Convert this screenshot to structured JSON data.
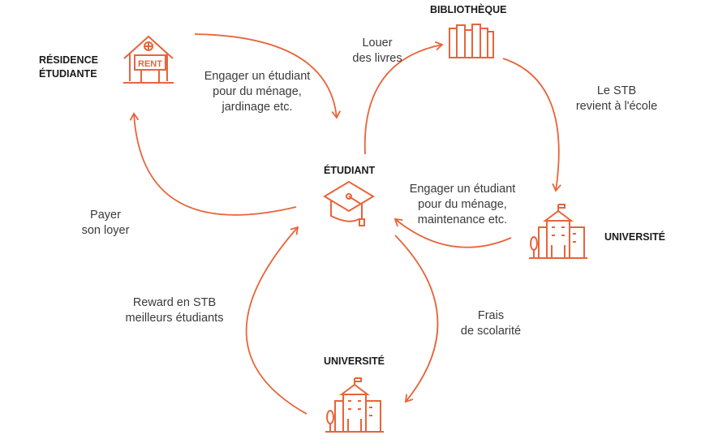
{
  "colors": {
    "accent": "#e8643a",
    "text": "#3a3a3a"
  },
  "nodes": {
    "residence": "RÉSIDENCE ÉTUDIANTE",
    "residence_line1": "RÉSIDENCE",
    "residence_line2": "ÉTUDIANTE",
    "rent_sign": "RENT",
    "bibliotheque": "BIBLIOTHÈQUE",
    "etudiant": "ÉTUDIANT",
    "universite_right": "UNIVERSITÉ",
    "universite_bottom": "UNIVERSITÉ"
  },
  "edges": {
    "res_to_etu": [
      "Engager un étudiant",
      "pour du ménage,",
      "jardinage etc."
    ],
    "etu_to_res": [
      "Payer",
      "son loyer"
    ],
    "etu_to_bib": [
      "Louer",
      "des livres"
    ],
    "bib_to_uni": [
      "Le STB",
      "revient à l'école"
    ],
    "uni_to_etu": [
      "Engager un étudiant",
      "pour du ménage,",
      "maintenance etc."
    ],
    "etu_to_uni": [
      "Frais",
      "de scolarité"
    ],
    "uni_to_etu_bottom": [
      "Reward en STB",
      "meilleurs étudiants"
    ]
  }
}
